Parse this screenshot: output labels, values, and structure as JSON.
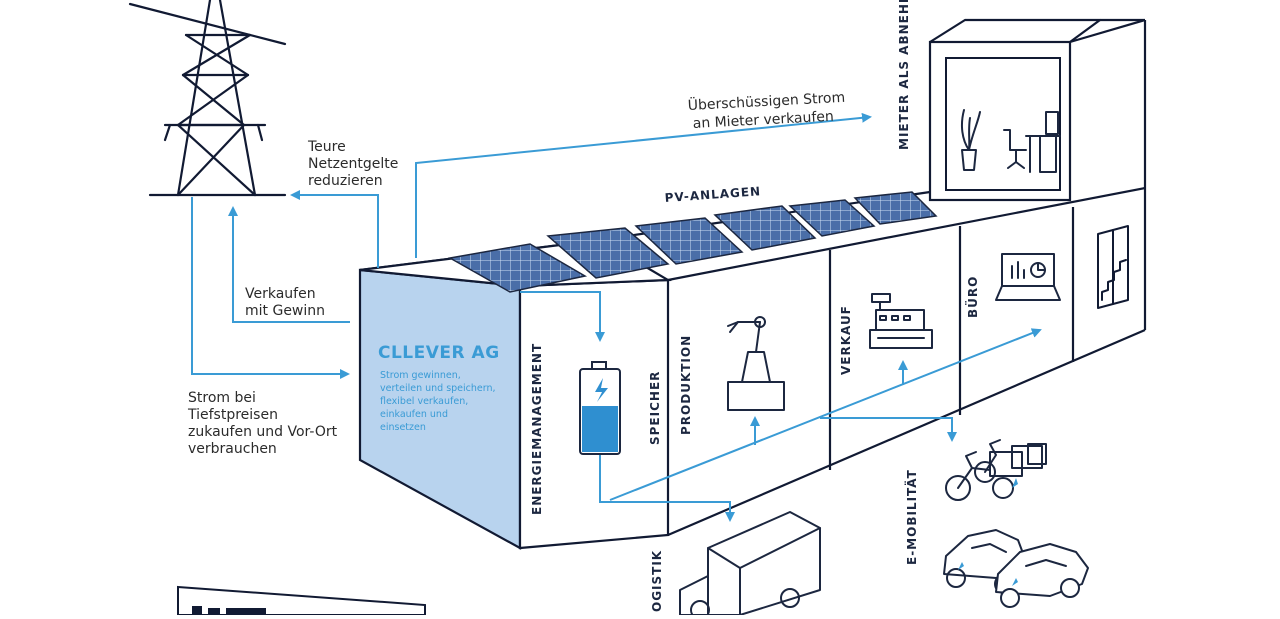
{
  "labels": {
    "pv": "PV-ANLAGEN",
    "mieter": "MIETER ALS ABNEHM",
    "ueberschuss_1": "Überschüssigen Strom",
    "ueberschuss_2": "an Mieter verkaufen",
    "teure_1": "Teure",
    "teure_2": "Netzentgelte",
    "teure_3": "reduzieren",
    "verkaufen_1": "Verkaufen",
    "verkaufen_2": "mit Gewinn",
    "strom_1": "Strom bei",
    "strom_2": "Tiefstpreisen",
    "strom_3": "zukaufen und Vor-Ort",
    "strom_4": "verbrauchen",
    "company": "CLLEVER AG",
    "desc_1": "Strom gewinnen,",
    "desc_2": "verteilen und speichern,",
    "desc_3": "flexibel verkaufen,",
    "desc_4": "einkaufen und",
    "desc_5": "einsetzen",
    "energie": "ENERGIEMANAGEMENT",
    "speicher": "SPEICHER",
    "produktion": "PRODUKTION",
    "verkauf": "VERKAUF",
    "buero": "BÜRO",
    "emob": "E-MOBILITÄT",
    "logistik": "OGISTIK"
  },
  "colors": {
    "accent": "#3a9bd5",
    "panel": "#b8d3ee",
    "outline": "#111a33",
    "solar": "#4a6ea8"
  },
  "icons": [
    "power-pylon-icon",
    "solar-panel-icon",
    "battery-icon",
    "robot-arm-icon",
    "cash-register-icon",
    "laptop-chart-icon",
    "plant-icon",
    "office-chair-icon",
    "desk-icon",
    "staircase-icon",
    "cargo-bike-icon",
    "electric-car-icon",
    "delivery-truck-icon"
  ]
}
